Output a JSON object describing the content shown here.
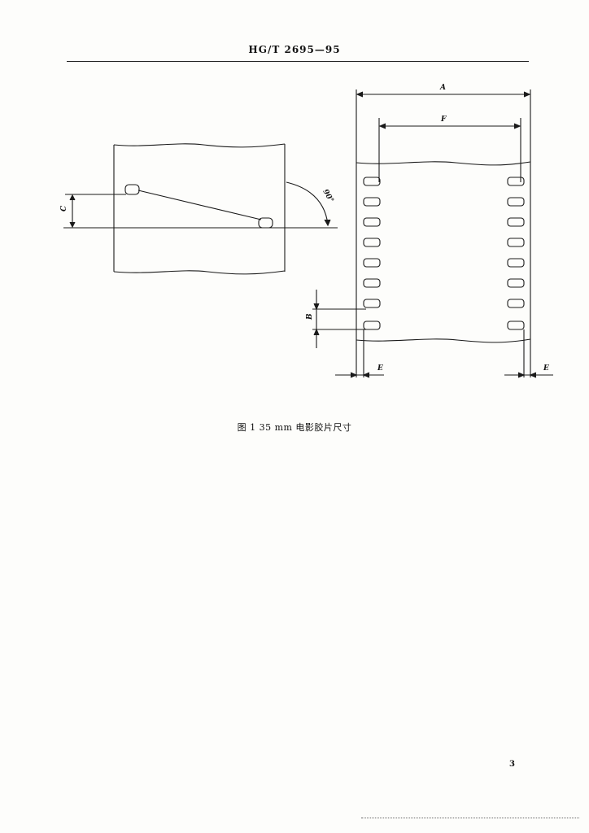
{
  "header": {
    "standard_code": "HG/T 2695—95"
  },
  "figure": {
    "labels": {
      "A": "A",
      "F": "F",
      "B": "B",
      "C": "C",
      "E_left": "E",
      "E_right": "E",
      "angle": "90°"
    },
    "caption": "图 1   35 mm 电影胶片尺寸"
  },
  "page_number": "3"
}
